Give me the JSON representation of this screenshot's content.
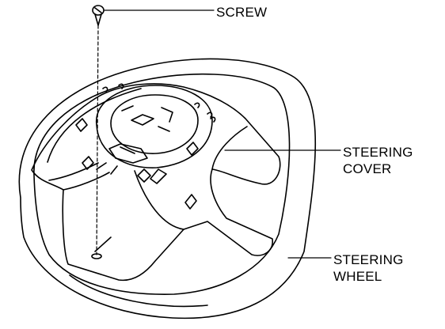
{
  "labels": {
    "screw": "SCREW",
    "steering_cover_line1": "STEERING",
    "steering_cover_line2": "COVER",
    "steering_wheel_line1": "STEERING",
    "steering_wheel_line2": "WHEEL"
  },
  "colors": {
    "line": "#000000",
    "background": "#ffffff"
  }
}
